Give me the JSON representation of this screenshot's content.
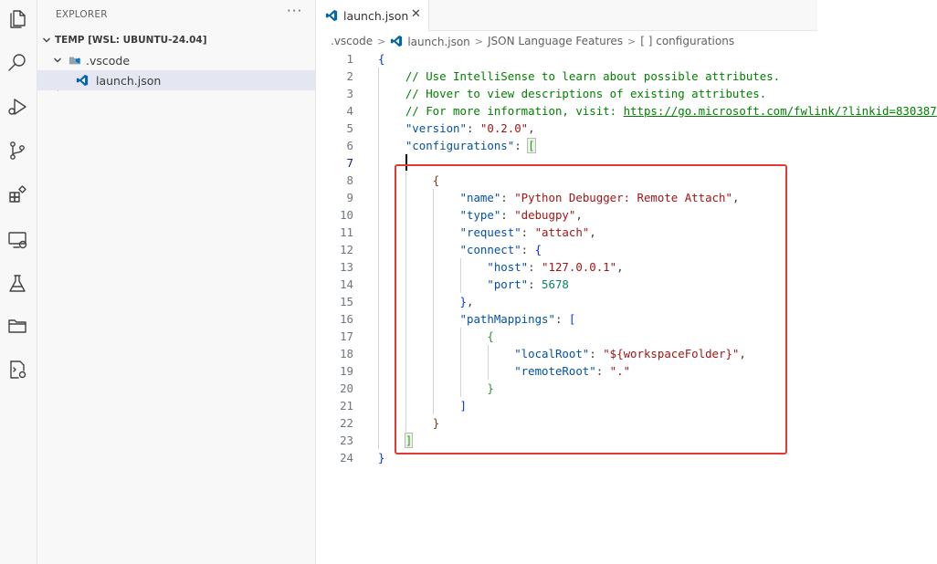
{
  "sidebar": {
    "title": "EXPLORER",
    "more": "···",
    "workspace": "TEMP [WSL: UBUNTU-24.04]",
    "folder": ".vscode",
    "file": "launch.json"
  },
  "tab": {
    "label": "launch.json",
    "close": "✕"
  },
  "breadcrumb": [
    ".vscode",
    "launch.json",
    "JSON Language Features",
    "[ ] configurations"
  ],
  "editor": {
    "active_line": 7,
    "lines": [
      [
        [
          "{",
          "tok-brace"
        ]
      ],
      [
        [
          "    // Use IntelliSense to learn about possible attributes.",
          "tok-comment"
        ]
      ],
      [
        [
          "    // Hover to view descriptions of existing attributes.",
          "tok-comment"
        ]
      ],
      [
        [
          "    // For more information, visit: ",
          "tok-comment"
        ],
        [
          "https://go.microsoft.com/fwlink/?linkid=830387",
          "tok-link"
        ]
      ],
      [
        [
          "    ",
          "tok-punc"
        ],
        [
          "\"version\"",
          "tok-key"
        ],
        [
          ": ",
          "tok-punc"
        ],
        [
          "\"0.2.0\"",
          "tok-str"
        ],
        [
          ",",
          "tok-punc"
        ]
      ],
      [
        [
          "    ",
          "tok-punc"
        ],
        [
          "\"configurations\"",
          "tok-key"
        ],
        [
          ": ",
          "tok-punc"
        ],
        [
          "[",
          "tok-brace2 bracket-match"
        ]
      ],
      [
        [
          "",
          "tok-punc"
        ]
      ],
      [
        [
          "        ",
          "tok-punc"
        ],
        [
          "{",
          "tok-brace3"
        ]
      ],
      [
        [
          "            ",
          "tok-punc"
        ],
        [
          "\"name\"",
          "tok-key"
        ],
        [
          ": ",
          "tok-punc"
        ],
        [
          "\"Python Debugger: Remote Attach\"",
          "tok-str"
        ],
        [
          ",",
          "tok-punc"
        ]
      ],
      [
        [
          "            ",
          "tok-punc"
        ],
        [
          "\"type\"",
          "tok-key"
        ],
        [
          ": ",
          "tok-punc"
        ],
        [
          "\"debugpy\"",
          "tok-str"
        ],
        [
          ",",
          "tok-punc"
        ]
      ],
      [
        [
          "            ",
          "tok-punc"
        ],
        [
          "\"request\"",
          "tok-key"
        ],
        [
          ": ",
          "tok-punc"
        ],
        [
          "\"attach\"",
          "tok-str"
        ],
        [
          ",",
          "tok-punc"
        ]
      ],
      [
        [
          "            ",
          "tok-punc"
        ],
        [
          "\"connect\"",
          "tok-key"
        ],
        [
          ": ",
          "tok-punc"
        ],
        [
          "{",
          "tok-brace"
        ]
      ],
      [
        [
          "                ",
          "tok-punc"
        ],
        [
          "\"host\"",
          "tok-key"
        ],
        [
          ": ",
          "tok-punc"
        ],
        [
          "\"127.0.0.1\"",
          "tok-str"
        ],
        [
          ",",
          "tok-punc"
        ]
      ],
      [
        [
          "                ",
          "tok-punc"
        ],
        [
          "\"port\"",
          "tok-key"
        ],
        [
          ": ",
          "tok-punc"
        ],
        [
          "5678",
          "tok-num"
        ]
      ],
      [
        [
          "            ",
          "tok-punc"
        ],
        [
          "}",
          "tok-brace"
        ],
        [
          ",",
          "tok-punc"
        ]
      ],
      [
        [
          "            ",
          "tok-punc"
        ],
        [
          "\"pathMappings\"",
          "tok-key"
        ],
        [
          ": ",
          "tok-punc"
        ],
        [
          "[",
          "tok-brace"
        ]
      ],
      [
        [
          "                ",
          "tok-punc"
        ],
        [
          "{",
          "tok-brace2"
        ]
      ],
      [
        [
          "                    ",
          "tok-punc"
        ],
        [
          "\"localRoot\"",
          "tok-key"
        ],
        [
          ": ",
          "tok-punc"
        ],
        [
          "\"${workspaceFolder}\"",
          "tok-str"
        ],
        [
          ",",
          "tok-punc"
        ]
      ],
      [
        [
          "                    ",
          "tok-punc"
        ],
        [
          "\"remoteRoot\"",
          "tok-key"
        ],
        [
          ": ",
          "tok-punc"
        ],
        [
          "\".\"",
          "tok-str"
        ]
      ],
      [
        [
          "                ",
          "tok-punc"
        ],
        [
          "}",
          "tok-brace2"
        ]
      ],
      [
        [
          "            ",
          "tok-punc"
        ],
        [
          "]",
          "tok-brace"
        ]
      ],
      [
        [
          "        ",
          "tok-punc"
        ],
        [
          "}",
          "tok-brace3"
        ]
      ],
      [
        [
          "    ",
          "tok-punc"
        ],
        [
          "]",
          "tok-brace2 bracket-match"
        ]
      ],
      [
        [
          "}",
          "tok-brace"
        ]
      ]
    ]
  },
  "colors": {
    "highlight_box": "#e53935",
    "vscode_blue": "#0065a9"
  }
}
